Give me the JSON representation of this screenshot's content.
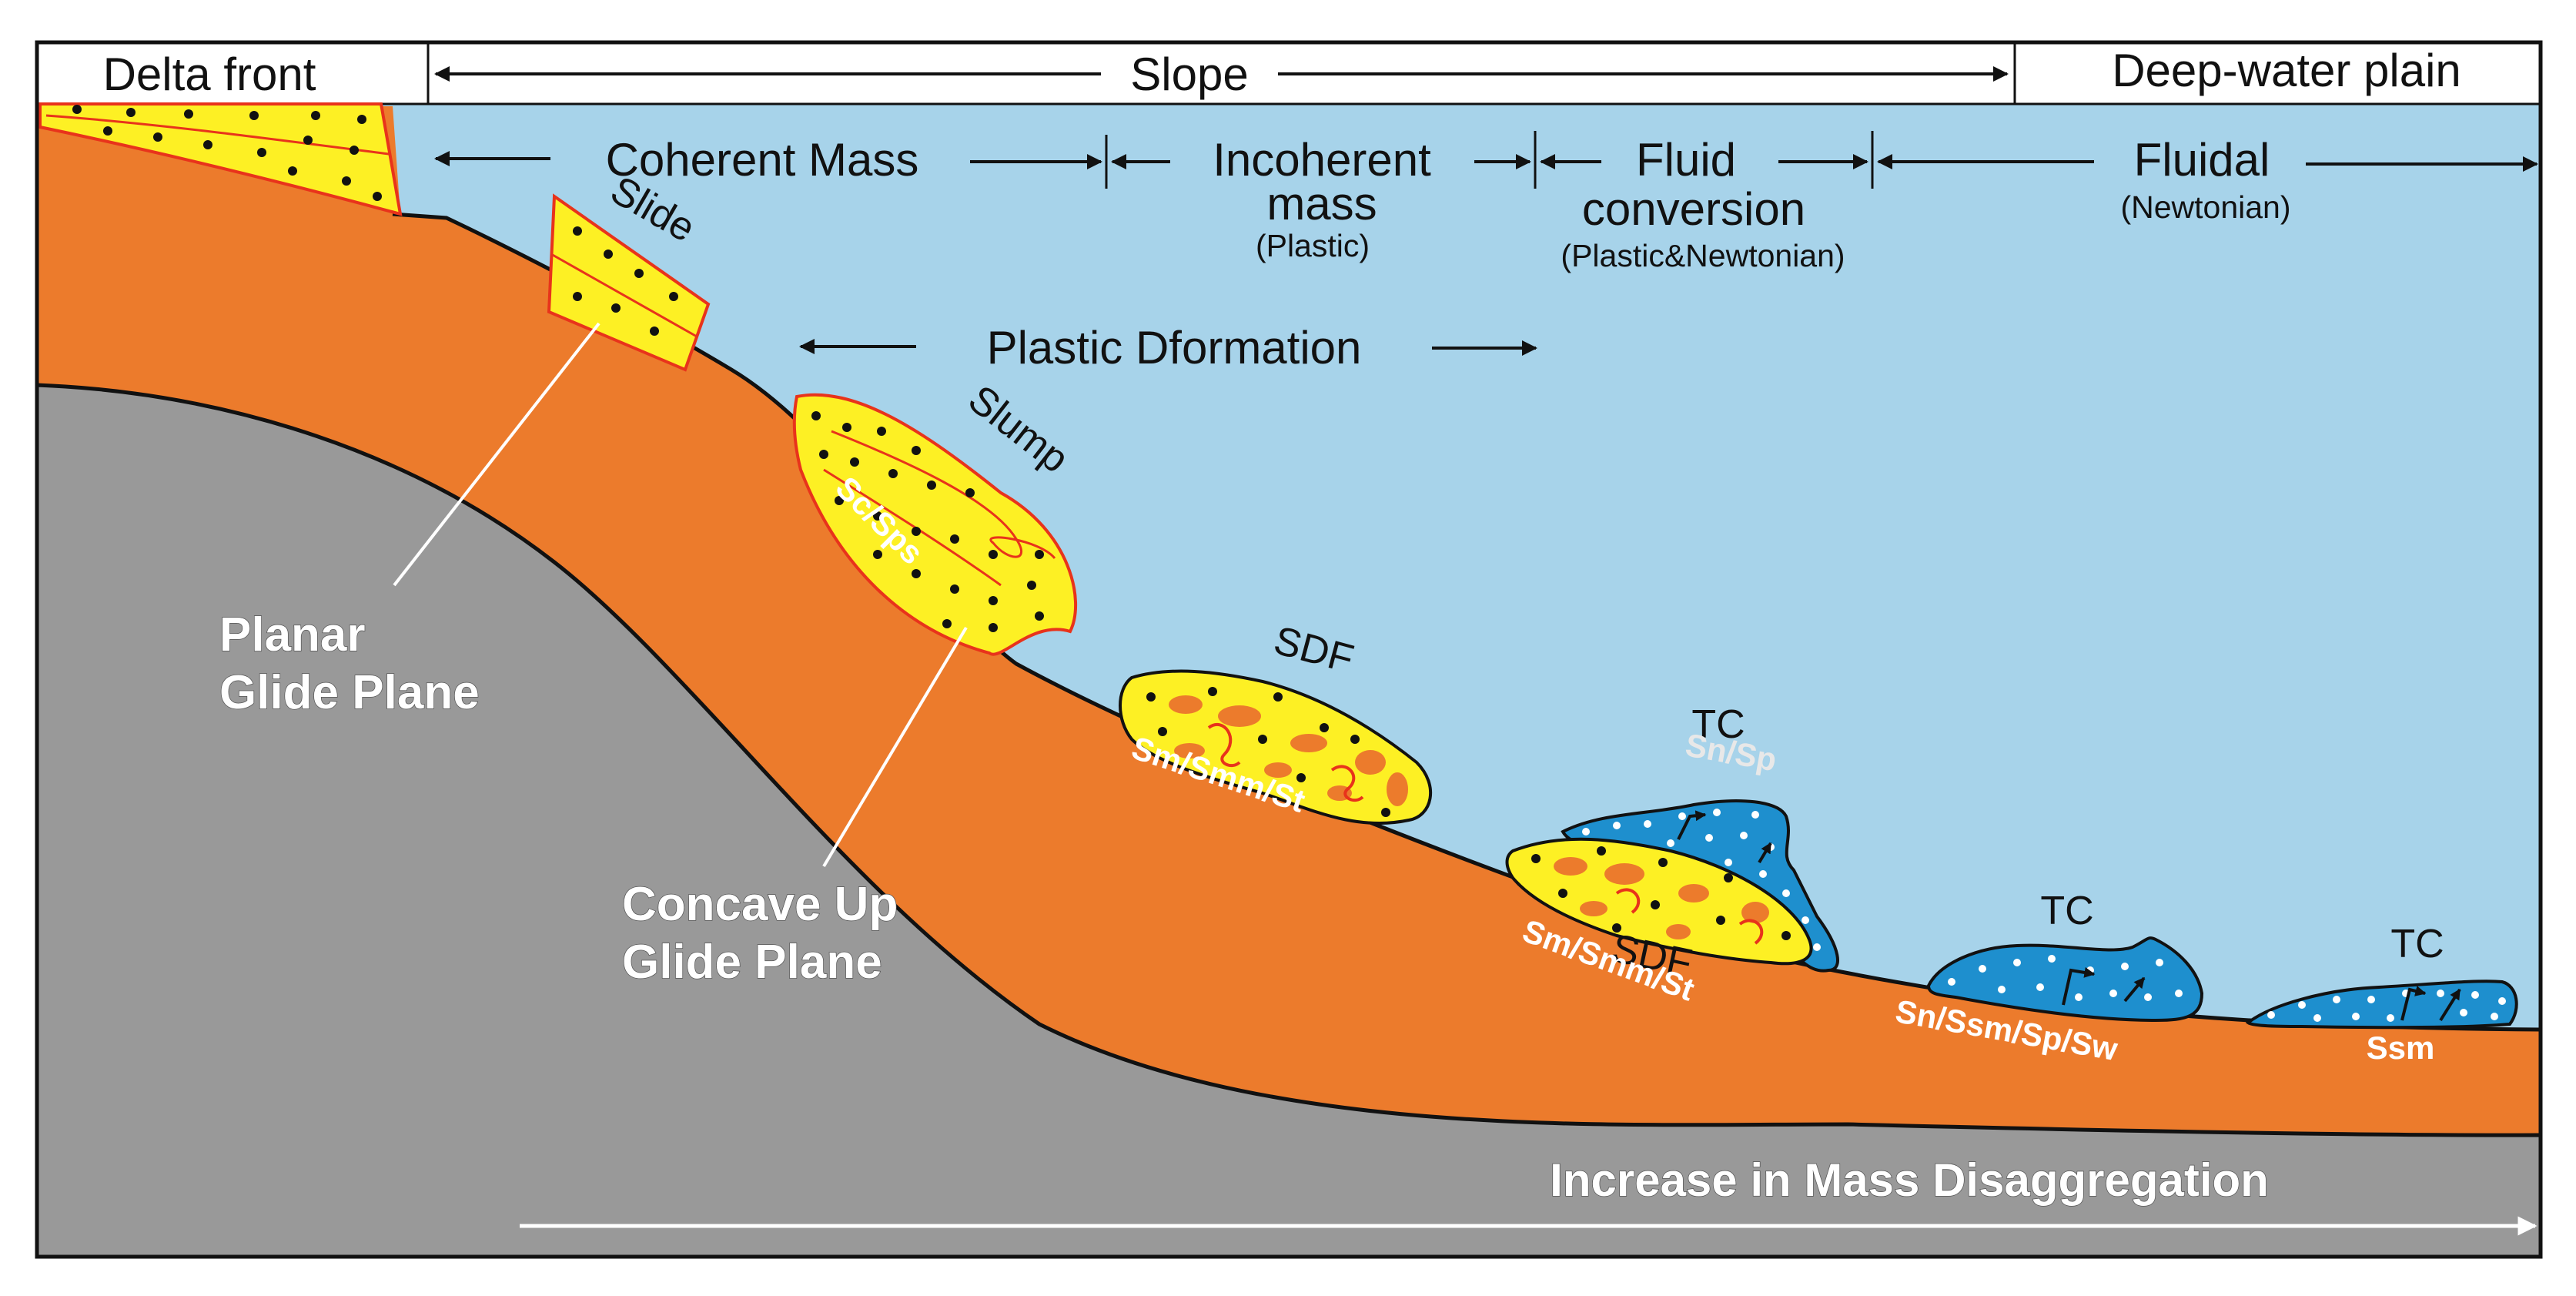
{
  "colors": {
    "water": "#a7d3ea",
    "sediment": "#ec7b2c",
    "basement": "#999999",
    "sand": "#fdf024",
    "turbidite": "#1e8fce",
    "outline": "#111111",
    "inner_line": "#e8331b"
  },
  "zones": {
    "delta_front": "Delta front",
    "slope": "Slope",
    "deep_water_plain": "Deep-water plain"
  },
  "processes": {
    "coherent": "Coherent Mass",
    "incoherent_1": "Incoherent",
    "incoherent_2": "mass",
    "incoherent_sub": "(Plastic)",
    "fluid_1": "Fluid",
    "fluid_2": "conversion",
    "fluid_sub": "(Plastic&Newtonian)",
    "fluidal": "Fluidal",
    "fluidal_sub": "(Newtonian)",
    "plastic_deformation": "Plastic Dformation"
  },
  "bodies": {
    "slide": "Slide",
    "slump": "Slump",
    "slump_facies": "Sc/Sps",
    "sdf1": "SDF",
    "sdf1_facies": "Sm/Smm/St",
    "tc1": "TC",
    "tc1_facies": "Sn/Sp",
    "sdf2": "SDF",
    "sdf2_facies": "Sm/Smm/St",
    "tc2": "TC",
    "tc2_facies": "Sn/Ssm/Sp/Sw",
    "tc3": "TC",
    "tc3_facies": "Ssm"
  },
  "glide_planes": {
    "planar_1": "Planar",
    "planar_2": "Glide Plane",
    "concave_1": "Concave Up",
    "concave_2": "Glide Plane"
  },
  "trend": "Increase in Mass Disaggregation"
}
